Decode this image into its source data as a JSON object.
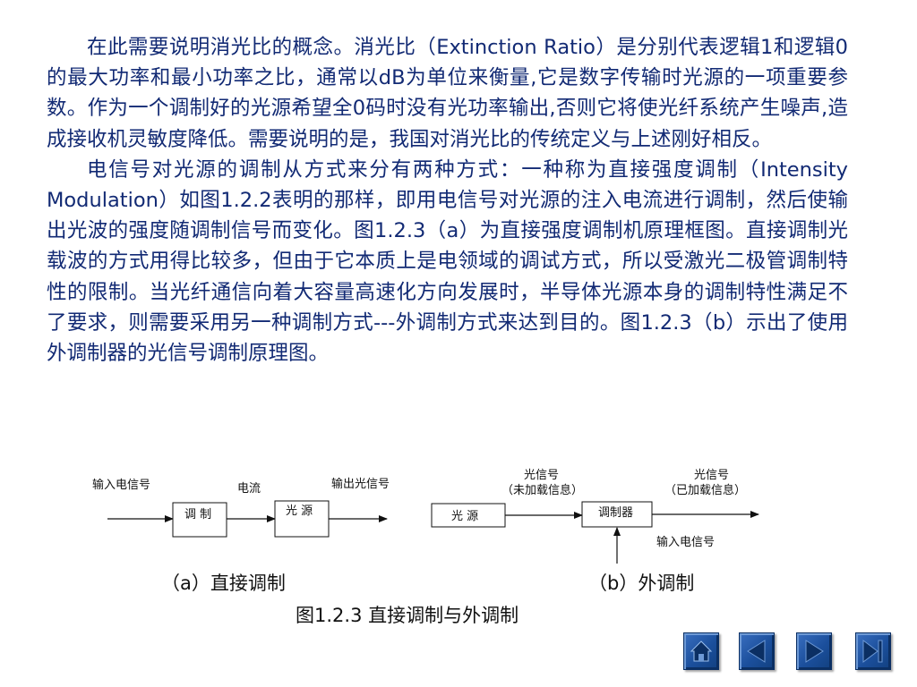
{
  "paragraphs": [
    "在此需要说明消光比的概念。消光比（Extinction Ratio）是分别代表逻辑1和逻辑0的最大功率和最小功率之比，通常以dB为单位来衡量,它是数字传输时光源的一项重要参数。作为一个调制好的光源希望全0码时没有光功率输出,否则它将使光纤系统产生噪声,造成接收机灵敏度降低。需要说明的是，我国对消光比的传统定义与上述刚好相反。",
    "电信号对光源的调制从方式来分有两种方式：一种称为直接强度调制（Intensity Modulation）如图1.2.2表明的那样，即用电信号对光源的注入电流进行调制，然后使输出光波的强度随调制信号而变化。图1.2.3（a）为直接强度调制机原理框图。直接调制光载波的方式用得比较多，但由于它本质上是电领域的调试方式，所以受激光二极管调制特性的限制。当光纤通信向着大容量高速化方向发展时，半导体光源本身的调制特性满足不了要求，则需要采用另一种调制方式---外调制方式来达到目的。图1.2.3（b）示出了使用外调制器的光信号调制原理图。"
  ],
  "diagram_a": {
    "input_label": "输入电信号",
    "current_label": "电流",
    "output_label": "输出光信号",
    "box_modulate": "调 制",
    "box_source": "光 源",
    "caption": "（a）直接调制"
  },
  "diagram_b": {
    "box_source": "光 源",
    "box_modulator": "调制器",
    "light_label_1": "光信号",
    "light_note_1": "（未加载信息）",
    "light_label_2": "光信号",
    "light_note_2": "（已加载信息）",
    "input_label": "输入电信号",
    "caption": "（b）外调制"
  },
  "figure_caption": "图1.2.3 直接调制与外调制",
  "nav": {
    "icons": [
      "home-icon",
      "previous-icon",
      "next-icon",
      "last-icon"
    ]
  },
  "colors": {
    "text": "#122a74",
    "nav_button": "#1b4f9c"
  }
}
